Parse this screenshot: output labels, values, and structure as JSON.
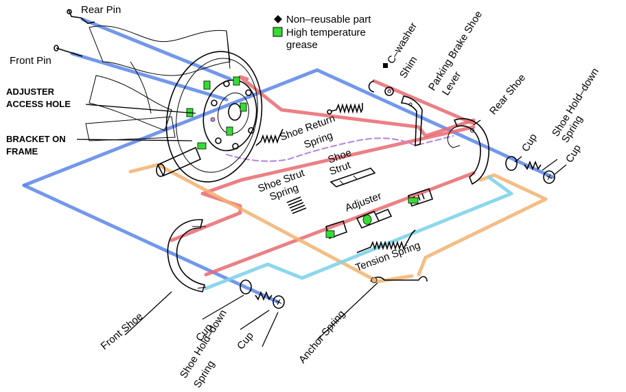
{
  "legend": {
    "non_reusable": "Non–reusable part",
    "grease_line1": "High temperature",
    "grease_line2": "grease",
    "non_reusable_symbol": "diamond-icon",
    "grease_symbol": "green-square-icon",
    "grease_color": "#33dd33"
  },
  "line_colors": {
    "blue": "#5b86e8",
    "red": "#e86a70",
    "orange": "#f2b270",
    "cyan": "#7fd3ea",
    "purple": "#b98ae0"
  },
  "labels": {
    "rear_pin": "Rear Pin",
    "front_pin": "Front Pin",
    "adjuster_access_1": "ADJUSTER",
    "adjuster_access_2": "ACCESS HOLE",
    "bracket_1": "BRACKET ON",
    "bracket_2": "FRAME",
    "c_washer": "C–washer",
    "shim": "Shim",
    "parking_lever_1": "Parking Brake Shoe",
    "parking_lever_2": "Lever",
    "rear_shoe": "Rear Shoe",
    "cup_upper_a": "Cup",
    "hold_down_upper_1": "Shoe Hold–down",
    "hold_down_upper_2": "Spring",
    "cup_upper_b": "Cup",
    "shoe_return_1": "Shoe Return",
    "shoe_return_2": "Spring",
    "shoe_strut_1": "Shoe",
    "shoe_strut_2": "Strut",
    "strut_spring_1": "Shoe Strut",
    "strut_spring_2": "Spring",
    "adjuster": "Adjuster",
    "tension_spring": "Tension Spring",
    "front_shoe": "Front Shoe",
    "cup_lower_a": "Cup",
    "hold_down_lower_1": "Shoe Hold–down",
    "hold_down_lower_2": "Spring",
    "cup_lower_b": "Cup",
    "anchor_spring": "Anchor Spring"
  }
}
